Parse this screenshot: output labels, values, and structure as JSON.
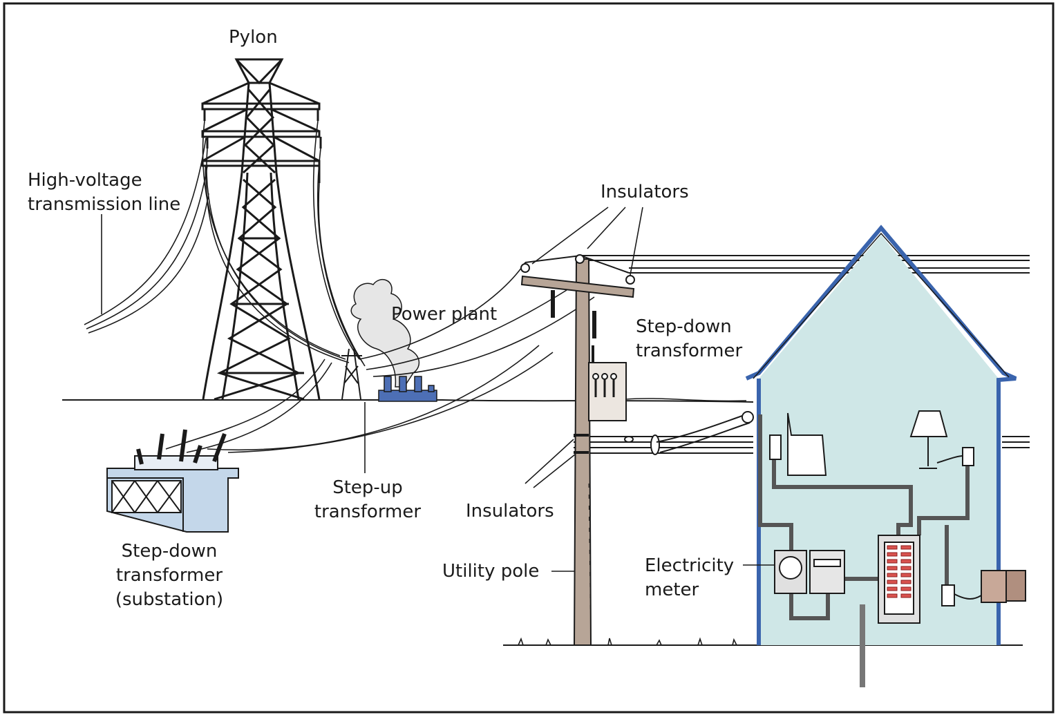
{
  "labels": {
    "pylon": "Pylon",
    "hv_line_1": "High-voltage",
    "hv_line_2": "transmission line",
    "power_plant": "Power plant",
    "insulators_top": "Insulators",
    "stepdown_pole_1": "Step-down",
    "stepdown_pole_2": "transformer",
    "stepup_1": "Step-up",
    "stepup_2": "transformer",
    "insulators_bottom": "Insulators",
    "substation_1": "Step-down",
    "substation_2": "transformer",
    "substation_3": "(substation)",
    "utility_pole": "Utility pole",
    "meter_1": "Electricity",
    "meter_2": "meter"
  },
  "colors": {
    "line": "#1a1a1a",
    "house_wall": "#3a64ad",
    "house_fill": "#cfe7e7",
    "wood": "#b7a597",
    "plant": "#4d6fb5",
    "substation": "#c4d7ea",
    "smoke": "#dddddd",
    "conduit": "#555555",
    "breaker_red": "#d9534f"
  }
}
